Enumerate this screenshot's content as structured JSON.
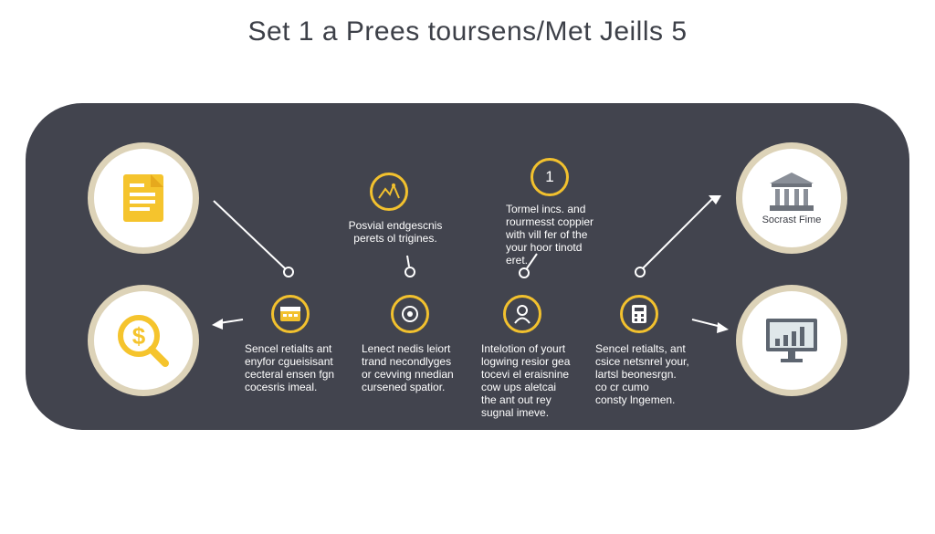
{
  "title": "Set 1 a Prees toursens/Met Jeills 5",
  "colors": {
    "panel": "#42444e",
    "accent": "#f2c12e",
    "ring": "#ddd3b8"
  },
  "nodes": {
    "document": {
      "icon": "document-icon"
    },
    "search_money": {
      "icon": "dollar-magnifier-icon"
    },
    "bank": {
      "icon": "bank-building-icon",
      "caption": "Socrast Fime"
    },
    "monitor": {
      "icon": "bar-chart-monitor-icon"
    }
  },
  "top_steps": [
    {
      "icon": "mountain-chart-icon",
      "text": "Posvial endgescnis\nperets ol trigines."
    },
    {
      "icon": "number-one-icon",
      "label": "1",
      "text": "Tormel incs. and\nrourmesst coppier\nwith vill fer of the\nyour hoor tinotd\neret."
    }
  ],
  "bottom_steps": [
    {
      "icon": "calendar-card-icon",
      "text": "Sencel retialts ant\nenyfor cgueisisant\ncecteral ensen fgn\ncocesris imeal."
    },
    {
      "icon": "target-icon",
      "text": "Lenect nedis leiort\ntrand necondlyges\nor cevving nnedian\ncursened spatior."
    },
    {
      "icon": "person-icon",
      "text": "Intelotion of yourt\nlogwing resior gea\ntocevi el eraisnine\ncow ups aletcai\nthe ant out rey\nsugnal imeve."
    },
    {
      "icon": "calculator-icon",
      "text": "Sencel retialts, ant\ncsice netsnrel your,\nlartsl beonesrgn.\nco cr cumo\nconsty lngemen."
    }
  ]
}
